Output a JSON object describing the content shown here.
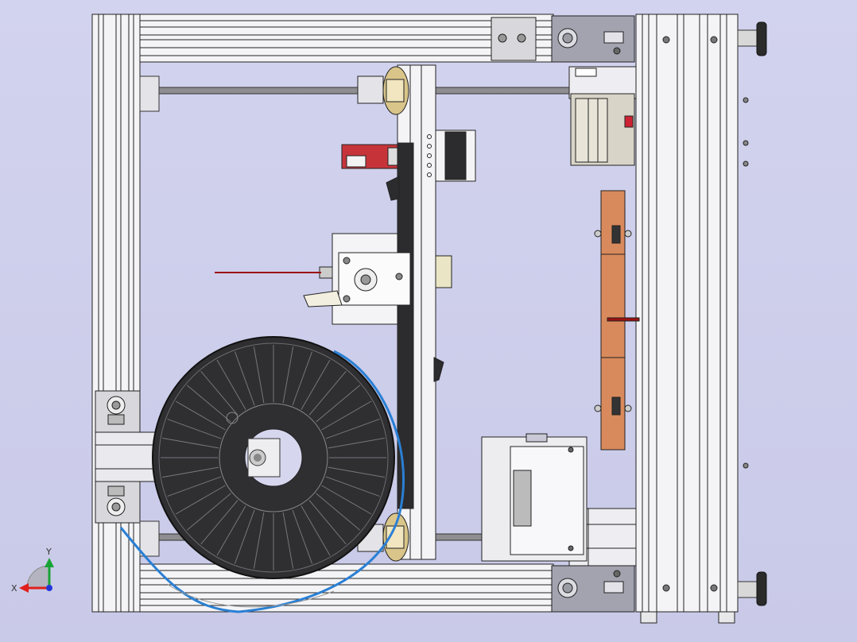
{
  "viewport": {
    "background": "#cfd0ec",
    "model": "3d-printer-assembly-front-view"
  },
  "triad": {
    "x_label": "X",
    "y_label": "Y",
    "x_color": "#e0201c",
    "y_color": "#19a337",
    "z_color": "#2236d8"
  },
  "colors": {
    "frame": "#f4f4f6",
    "frame_edge": "#222222",
    "rod": "#8e8e92",
    "spool": "#2f2f32",
    "filament": "#2a7fd4",
    "wire": "#9c1010",
    "bracket": "#9898a6",
    "pcb": "#d98a5c",
    "brass": "#d9c58a"
  },
  "icons": {
    "axis_triad": "axis-triad-icon",
    "knob": "knob-icon"
  }
}
